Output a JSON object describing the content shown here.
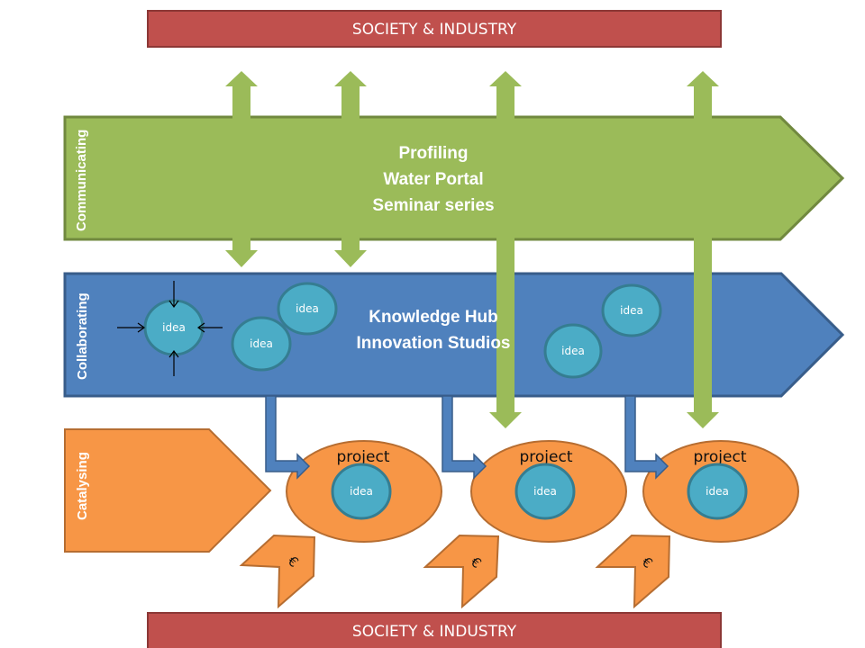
{
  "colors": {
    "society_fill": "#c0504d",
    "society_stroke": "#8c3836",
    "green_fill": "#9bbb59",
    "green_stroke": "#71893f",
    "blue_fill": "#4f81bd",
    "blue_stroke": "#385d8a",
    "orange_fill": "#f79646",
    "orange_stroke": "#b66d31",
    "idea_fill": "#4bacc6",
    "idea_stroke": "#357d91"
  },
  "society_top": {
    "label": "SOCIETY & INDUSTRY"
  },
  "society_bottom": {
    "label": "SOCIETY & INDUSTRY"
  },
  "communicating": {
    "side_label": "Communicating",
    "lines": [
      "Profiling",
      "Water Portal",
      "Seminar series"
    ]
  },
  "collaborating": {
    "side_label": "Collaborating",
    "lines": [
      "Knowledge Hub",
      "Innovation Studios"
    ],
    "ideas": [
      "idea",
      "idea",
      "idea",
      "idea",
      "idea"
    ]
  },
  "catalysing": {
    "side_label": "Catalysing",
    "projects": [
      {
        "label": "project",
        "idea": "idea",
        "funding_symbol": "€"
      },
      {
        "label": "project",
        "idea": "idea",
        "funding_symbol": "€"
      },
      {
        "label": "project",
        "idea": "idea",
        "funding_symbol": "€"
      }
    ]
  }
}
